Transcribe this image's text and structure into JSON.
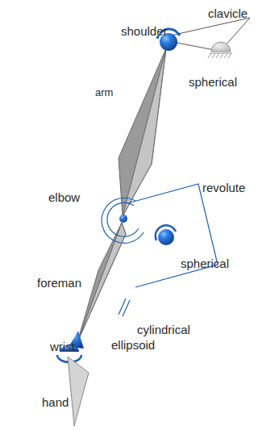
{
  "diagram": {
    "labels": [
      "clavicle",
      "shoulder",
      "spherical",
      "arm",
      "revolute",
      "elbow",
      "spherical",
      "foreman",
      "cylindrical",
      "wrist",
      "ellipsoid",
      "hand"
    ]
  }
}
